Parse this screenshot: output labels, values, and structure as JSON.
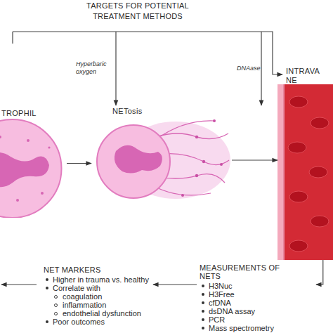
{
  "diagram": {
    "title": "TARGETS FOR POTENTIAL TREATMENT METHODS",
    "nodes": [
      {
        "text": [
          "TROPHIL"
        ]
      },
      {
        "text": [
          "NETosis"
        ]
      },
      {
        "text": [
          "INTRAVA NE"
        ]
      },
      {
        "text": [
          "MEASUREMENTS OF NETS",
          "H3Nuc",
          "H3Free",
          "cfDNA",
          "dsDNA assay",
          "PCR",
          "Mass spectrometry"
        ]
      },
      {
        "text": [
          "NET MARKERS",
          "Higher in trauma vs. healthy",
          "Correlate with",
          "coagulation",
          "inflammation",
          "endothelial dysfunction",
          "Poor outcomes"
        ]
      }
    ],
    "edges": [
      {
        "from": 0,
        "to": 1,
        "arrow": "to"
      },
      {
        "from": 1,
        "to": 2,
        "arrow": "to"
      },
      {
        "from": 2,
        "to": 3,
        "arrow": "to"
      },
      {
        "from": 3,
        "to": 4,
        "arrow": "to"
      }
    ],
    "labels": [
      "Hyperbaric oxygen",
      "DNAase"
    ]
  }
}
